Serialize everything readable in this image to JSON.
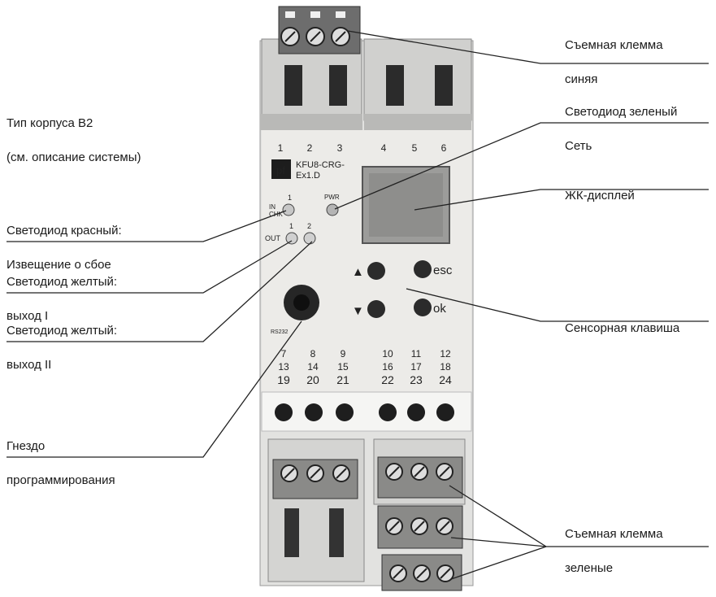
{
  "callouts": {
    "blue_terminal": [
      "Съемная клемма",
      "синяя"
    ],
    "housing": [
      "Тип корпуса B2",
      "(см. описание системы)"
    ],
    "green_led": [
      "Светодиод зеленый",
      "Сеть"
    ],
    "lcd": [
      "ЖК-дисплей"
    ],
    "red_led": [
      "Светодиод красный:",
      "Извещение о сбое"
    ],
    "yellow_led_1": [
      "Светодиод желтый:",
      "выход I"
    ],
    "yellow_led_2": [
      "Светодиод желтый:",
      "выход II"
    ],
    "touch_key": [
      "Сенсорная клавиша"
    ],
    "programming_socket": [
      "Гнездо",
      "программирования"
    ],
    "green_terminal": [
      "Съемная клемма",
      "зеленые"
    ]
  },
  "device": {
    "model": [
      "KFU8-CRG-",
      "Ex1.D"
    ],
    "led_in": [
      "IN",
      "CHK"
    ],
    "led_in_num": "1",
    "led_out": "OUT",
    "led_out_nums": [
      "1",
      "2"
    ],
    "led_pwr": "PWR",
    "key_up": "▲",
    "key_down": "▼",
    "key_esc": "esc",
    "key_ok": "ok",
    "socket_label": "RS232",
    "top_terminals": [
      "1",
      "2",
      "3",
      "4",
      "5",
      "6"
    ],
    "bottom_terminals_left": [
      [
        "7",
        "8",
        "9"
      ],
      [
        "13",
        "14",
        "15"
      ],
      [
        "19",
        "20",
        "21"
      ]
    ],
    "bottom_terminals_right": [
      [
        "10",
        "11",
        "12"
      ],
      [
        "16",
        "17",
        "18"
      ],
      [
        "22",
        "23",
        "24"
      ]
    ]
  },
  "colors": {
    "body": "#e6e6e4",
    "dark": "#2b2b2b",
    "led": "#bdbdbd",
    "line": "#222222"
  }
}
